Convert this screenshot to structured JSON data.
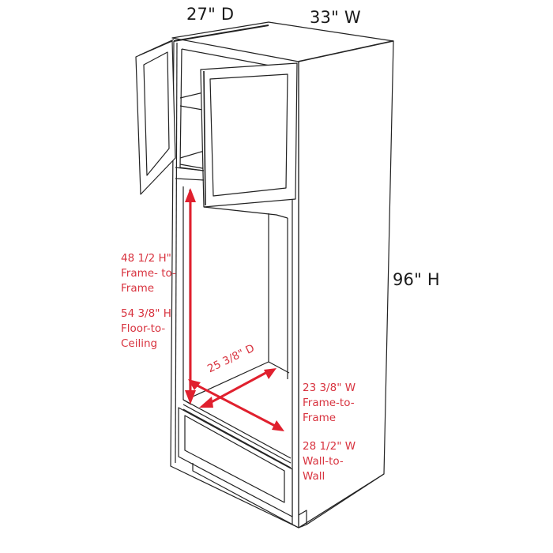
{
  "diagram": {
    "subject": "Double oven tall cabinet with open upper doors and lower drawer",
    "colors": {
      "linework": "#222222",
      "annotation": "#d8333f",
      "background": "#ffffff"
    },
    "overall_dimensions": {
      "depth": "27\" D",
      "width": "33\" W",
      "height": "96\" H"
    },
    "opening_height": {
      "frame_value": "48 1/2 H\"",
      "frame_line1": "Frame- to-",
      "frame_line2": "Frame",
      "floor_value": "54 3/8\" H",
      "floor_line1": "Floor-to-",
      "floor_line2": "Ceiling"
    },
    "opening_depth": {
      "value": "25 3/8\" D"
    },
    "opening_width": {
      "frame_value": "23 3/8\" W",
      "frame_line1": "Frame-to-",
      "frame_line2": "Frame",
      "wall_value": "28 1/2\" W",
      "wall_line1": "Wall-to-",
      "wall_line2": "Wall"
    }
  }
}
